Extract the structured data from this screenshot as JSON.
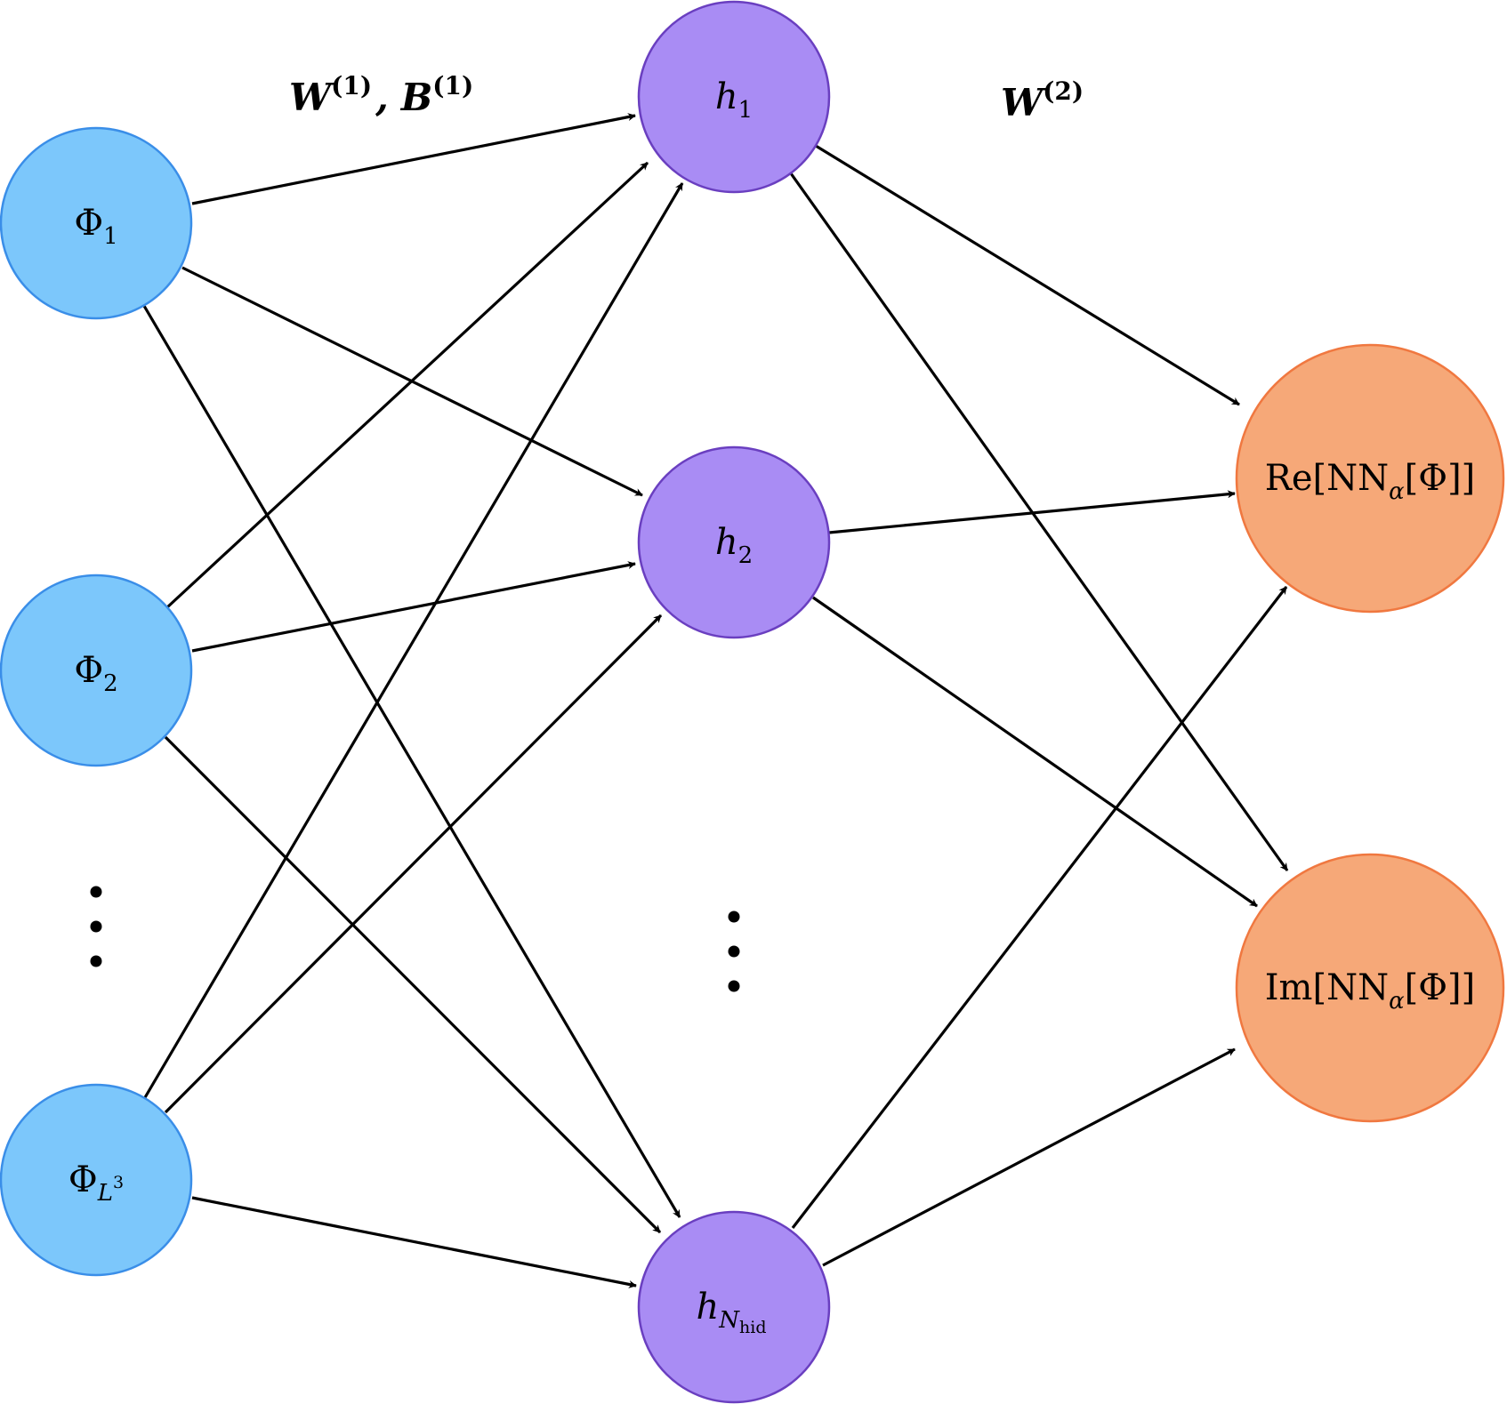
{
  "weights": {
    "layer1": {
      "W": "W",
      "W_sup": "(1)",
      "sep": ",",
      "B": "B",
      "B_sup": "(1)"
    },
    "layer2": {
      "W": "W",
      "W_sup": "(2)"
    }
  },
  "nodes": {
    "input": [
      {
        "base": "Φ",
        "sub": "1",
        "sub_italic": false,
        "sub_sup": ""
      },
      {
        "base": "Φ",
        "sub": "2",
        "sub_italic": false,
        "sub_sup": ""
      },
      {
        "base": "Φ",
        "sub": "L",
        "sub_italic": true,
        "sub_sup": "3"
      }
    ],
    "hidden": [
      {
        "base": "h",
        "sub": "1",
        "sub_italic": false,
        "sub_sub": ""
      },
      {
        "base": "h",
        "sub": "2",
        "sub_italic": false,
        "sub_sub": ""
      },
      {
        "base": "h",
        "sub": "N",
        "sub_italic": true,
        "sub_sub": "hid"
      }
    ],
    "output": [
      {
        "prefix": "Re[NN",
        "sub": "α",
        "suffix": "[Φ]]"
      },
      {
        "prefix": "Im[NN",
        "sub": "α",
        "suffix": "[Φ]]"
      }
    ]
  },
  "colors": {
    "input_fill": "#7cc7fb",
    "input_stroke": "#3a8ee8",
    "hidden_fill": "#a98cf4",
    "hidden_stroke": "#6a3fc0",
    "output_fill": "#f6a878",
    "output_stroke": "#f07840",
    "edge": "#000000"
  }
}
